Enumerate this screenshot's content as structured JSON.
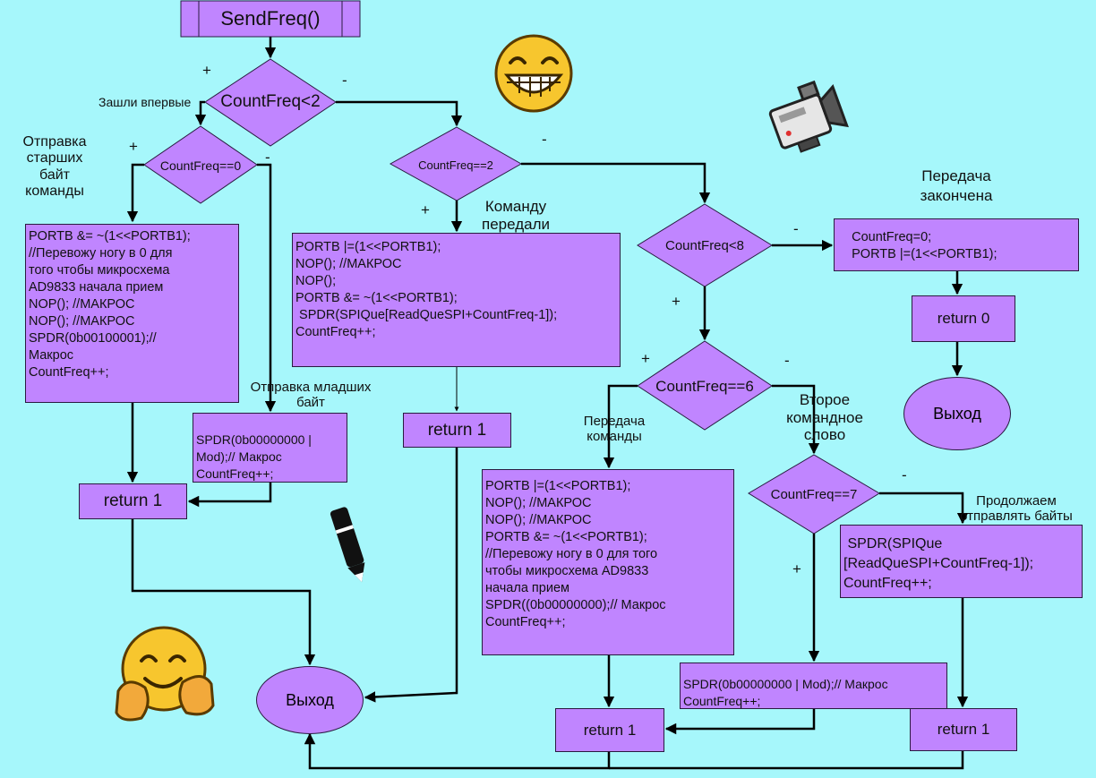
{
  "title": "SendFreq()",
  "decisions": {
    "d1": "CountFreq<2",
    "d2": "CountFreq==0",
    "d3": "CountFreq==2",
    "d4": "CountFreq<8",
    "d5": "CountFreq==6",
    "d6": "CountFreq==7"
  },
  "process": {
    "p1": "PORTB &= ~(1<<PORTB1);\n//Перевожу ногу в 0 для\nтого чтобы микросхема\nAD9833 начала прием\nNOP(); //МАКРОС\nNOP(); //МАКРОС\nSPDR(0b00100001);//\nМакрос\nCountFreq++;",
    "p2": "SPDR(0b00000000 |\nMod);// Макрос\nCountFreq++;",
    "p3": "PORTB |=(1<<PORTB1);\nNOP(); //МАКРОС\nNOP();\nPORTB &= ~(1<<PORTB1);\n SPDR(SPIQue[ReadQueSPI+CountFreq-1]);\nCountFreq++;",
    "p4": "    CountFreq=0;\n    PORTB |=(1<<PORTB1);",
    "p5": "PORTB |=(1<<PORTB1);\nNOP(); //МАКРОС\nNOP(); //МАКРОС\nPORTB &= ~(1<<PORTB1);\n//Перевожу ногу в 0 для того\nчтобы микросхема AD9833\nначала прием\nSPDR((0b00000000);// Макрос\nCountFreq++;",
    "p6": " SPDR(SPIQue\n[ReadQueSPI+CountFreq-1]);\nCountFreq++;",
    "p7": "SPDR(0b00000000 | Mod);// Макрос\nCountFreq++;"
  },
  "returns": {
    "r1": "return 1",
    "r2": "return 1",
    "r3": "return 0",
    "r4": "return 1",
    "r5": "return 1"
  },
  "exits": {
    "e1": "Выход",
    "e2": "Выход"
  },
  "notes": {
    "first_time": "Зашли впервые",
    "send_high": "Отправка\nстарших\nбайт\nкоманды",
    "send_low": "Отправка младших\nбайт",
    "cmd_sent": "Команду\nпередали",
    "transfer_done": "Передача\nзакончена",
    "cmd_transfer": "Передача\nкоманды",
    "second_word": "Второе\nкомандное\nслово",
    "continue_bytes": "Продолжаем\nотправлять байты"
  },
  "signs": {
    "plus": "+",
    "minus": "-"
  },
  "icons": [
    "grinning-face-icon",
    "video-camera-icon",
    "pencil-icon",
    "hugging-face-icon"
  ],
  "colors": {
    "background": "#a6f7fb",
    "node_fill": "#c085ff",
    "emoji_yellow": "#f7c62e"
  }
}
